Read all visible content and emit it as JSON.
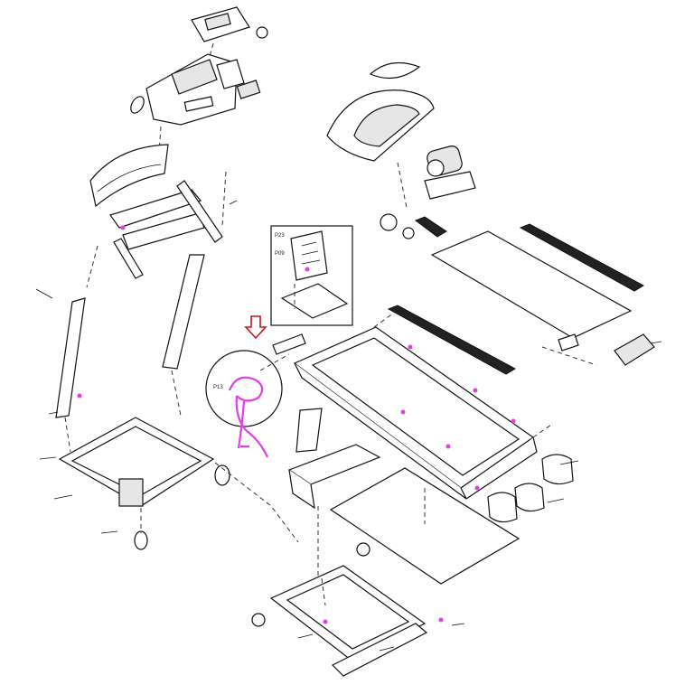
{
  "colors": {
    "line": "#111111",
    "highlight": "#e23ee6",
    "arrow": "#c0191a",
    "paper": "#ffffff"
  },
  "callouts": {
    "inset_top": "P23",
    "inset_mid": "P09",
    "inset_label": "P13"
  },
  "highlight_parts": [
    "wire-harness",
    "bolts"
  ],
  "marker": {
    "icon": "down-arrow-icon"
  }
}
